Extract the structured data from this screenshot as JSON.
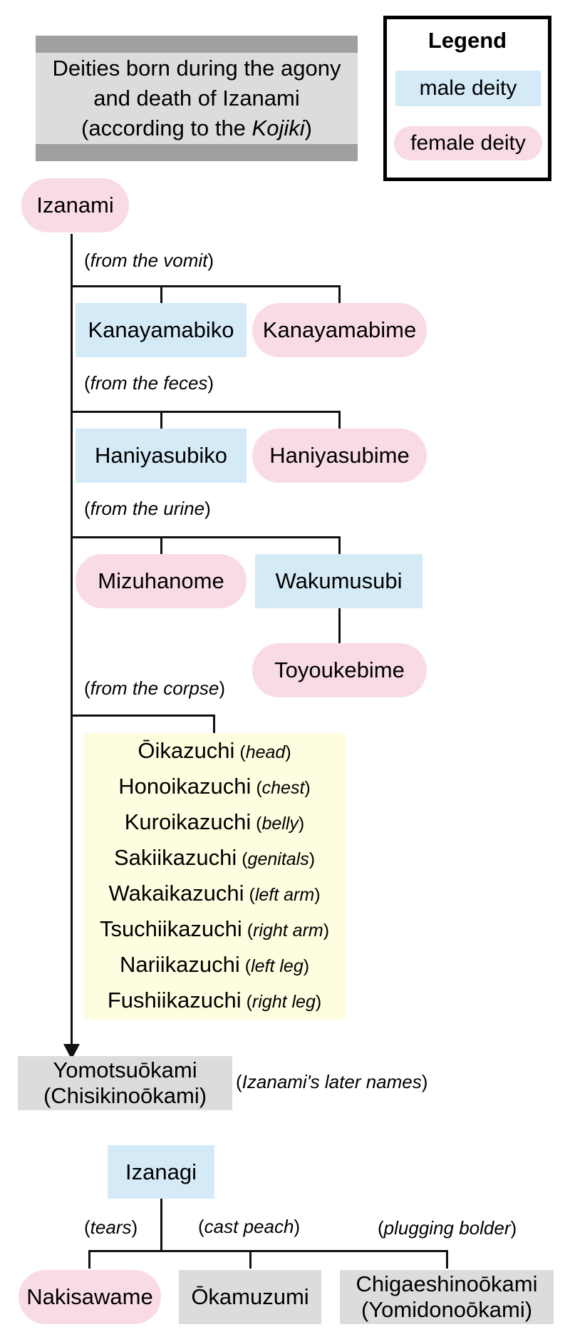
{
  "title": {
    "line1": "Deities born during the agony",
    "line2": "and death of Izanami",
    "line3_prefix": "(according to the ",
    "line3_italic": "Kojiki",
    "line3_suffix": ")"
  },
  "legend": {
    "title": "Legend",
    "male_label": "male deity",
    "female_label": "female deity",
    "colors": {
      "male": "#d5eaf7",
      "female": "#f9dbe5",
      "other": "#dcdcdc",
      "thunder": "#fffde0"
    }
  },
  "izanami": "Izanami",
  "vomit": {
    "note": "from the vomit",
    "left": "Kanayamabiko",
    "right": "Kanayamabime"
  },
  "feces": {
    "note": "from the feces",
    "left": "Haniyasubiko",
    "right": "Haniyasubime"
  },
  "urine": {
    "note": "from the urine",
    "left": "Mizuhanome",
    "right": "Wakumusubi",
    "child": "Toyoukebime"
  },
  "corpse": {
    "note": "from the corpse",
    "gods": [
      {
        "name": "Ōikazuchi",
        "part": "head"
      },
      {
        "name": "Honoikazuchi",
        "part": "chest"
      },
      {
        "name": "Kuroikazuchi",
        "part": "belly"
      },
      {
        "name": "Sakiikazuchi",
        "part": "genitals"
      },
      {
        "name": "Wakaikazuchi",
        "part": "left arm"
      },
      {
        "name": "Tsuchiikazuchi",
        "part": "right arm"
      },
      {
        "name": "Nariikazuchi",
        "part": "left leg"
      },
      {
        "name": "Fushiikazuchi",
        "part": "right leg"
      }
    ]
  },
  "yomotsu": {
    "line1": "Yomotsuōkami",
    "line2": "(Chisikinoōkami)",
    "note": "Izanami's later names"
  },
  "izanagi": {
    "name": "Izanagi",
    "tears_note": "tears",
    "peach_note": "cast peach",
    "bolder_note": "plugging bolder",
    "nakisawame": "Nakisawame",
    "okamuzumi": "Ōkamuzumi",
    "chigaeshi_line1": "Chigaeshinoōkami",
    "chigaeshi_line2": "(Yomidonoōkami)"
  }
}
